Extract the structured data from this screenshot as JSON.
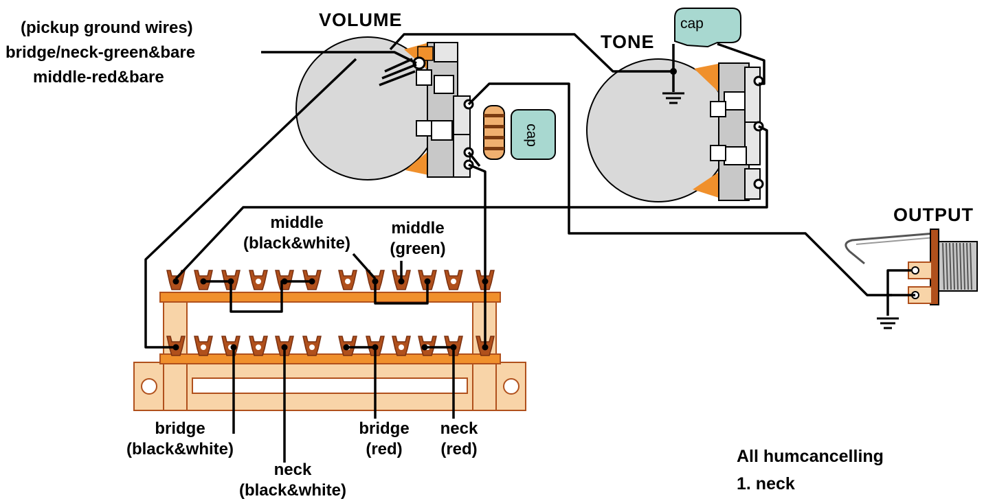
{
  "labels": {
    "volume": "VOLUME",
    "tone": "TONE",
    "output": "OUTPUT",
    "ground_line1": "(pickup ground wires)",
    "ground_line2": "bridge/neck-green&bare",
    "ground_line3": "middle-red&bare",
    "cap_tone": "cap",
    "cap_volume": "cap",
    "middle_bw_1": "middle",
    "middle_bw_2": "(black&white)",
    "middle_green_1": "middle",
    "middle_green_2": "(green)",
    "bridge_bw_1": "bridge",
    "bridge_bw_2": "(black&white)",
    "neck_bw_1": "neck",
    "neck_bw_2": "(black&white)",
    "bridge_red_1": "bridge",
    "bridge_red_2": "(red)",
    "neck_red_1": "neck",
    "neck_red_2": "(red)"
  },
  "notes": {
    "heading": "All humcancelling",
    "item1": "1. neck"
  },
  "colors": {
    "wire": "#000000",
    "pot_body": "#d9d9d9",
    "pot_lug": "#e6e6e6",
    "orange": "#f0902c",
    "switch_brown": "#b0501c",
    "switch_tan": "#f8d4a8",
    "cap_teal": "#a8d8d0",
    "resistor": "#f0b070"
  }
}
